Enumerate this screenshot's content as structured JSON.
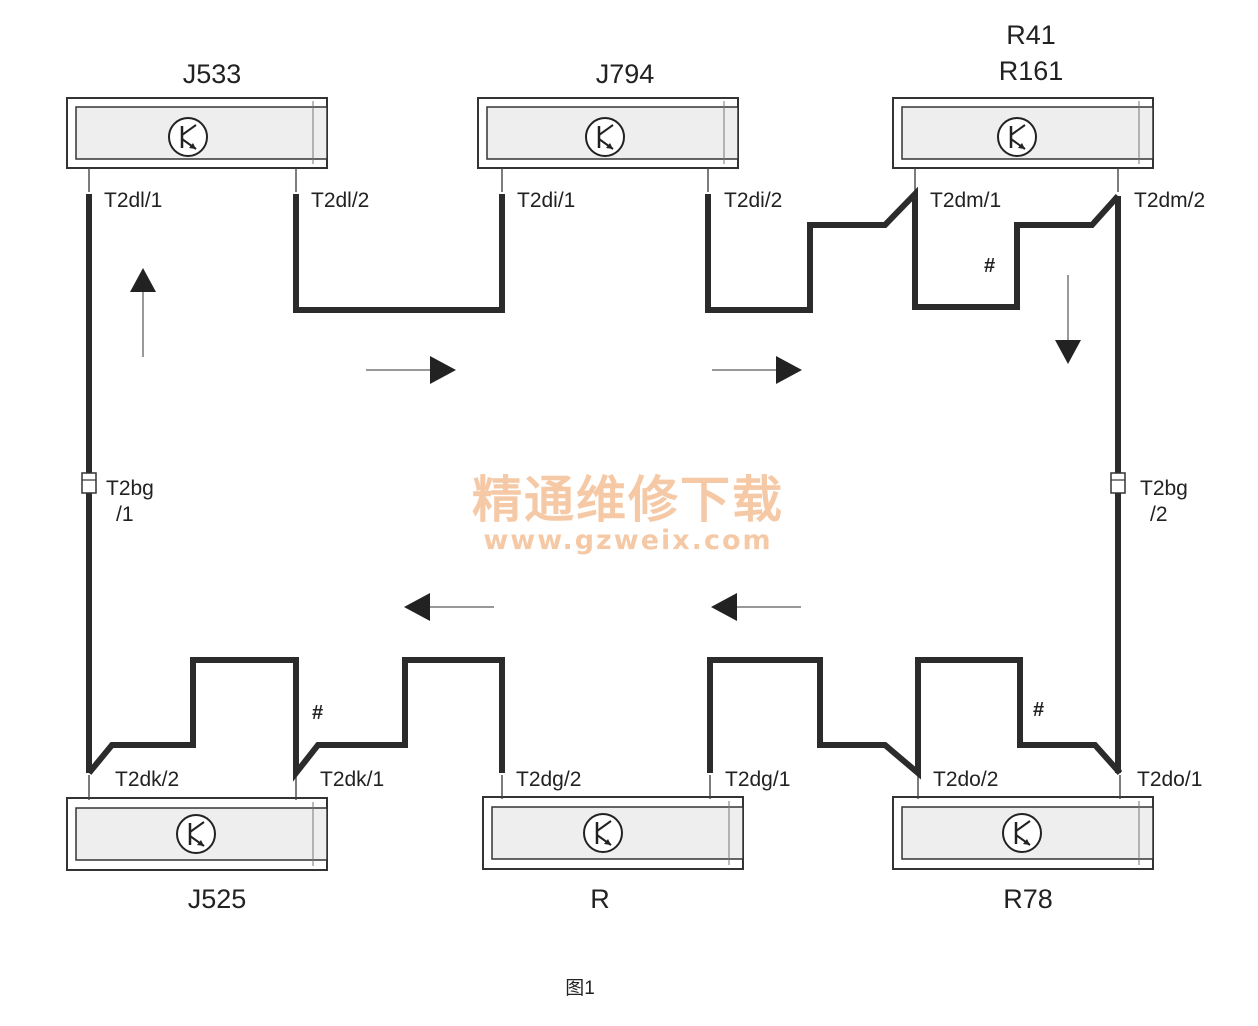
{
  "components": {
    "j533": "J533",
    "j794": "J794",
    "r41_line1": "R41",
    "r41_line2": "R161",
    "j525": "J525",
    "r": "R",
    "r78": "R78"
  },
  "pins": {
    "t2dl1": "T2dl/1",
    "t2dl2": "T2dl/2",
    "t2di1": "T2di/1",
    "t2di2": "T2di/2",
    "t2dm1": "T2dm/1",
    "t2dm2": "T2dm/2",
    "t2dk2": "T2dk/2",
    "t2dk1": "T2dk/1",
    "t2dg2": "T2dg/2",
    "t2dg1": "T2dg/1",
    "t2do2": "T2do/2",
    "t2do1": "T2do/1"
  },
  "connectors": {
    "left_l1": "T2bg",
    "left_l2": "/1",
    "right_l1": "T2bg",
    "right_l2": "/2"
  },
  "marks": {
    "hash1": "#",
    "hash2": "#",
    "hash3": "#"
  },
  "watermark": {
    "cn": "精通维修下载",
    "url": "www.gzweix.com"
  },
  "caption": "图1",
  "icon": "transistor-symbol-icon"
}
